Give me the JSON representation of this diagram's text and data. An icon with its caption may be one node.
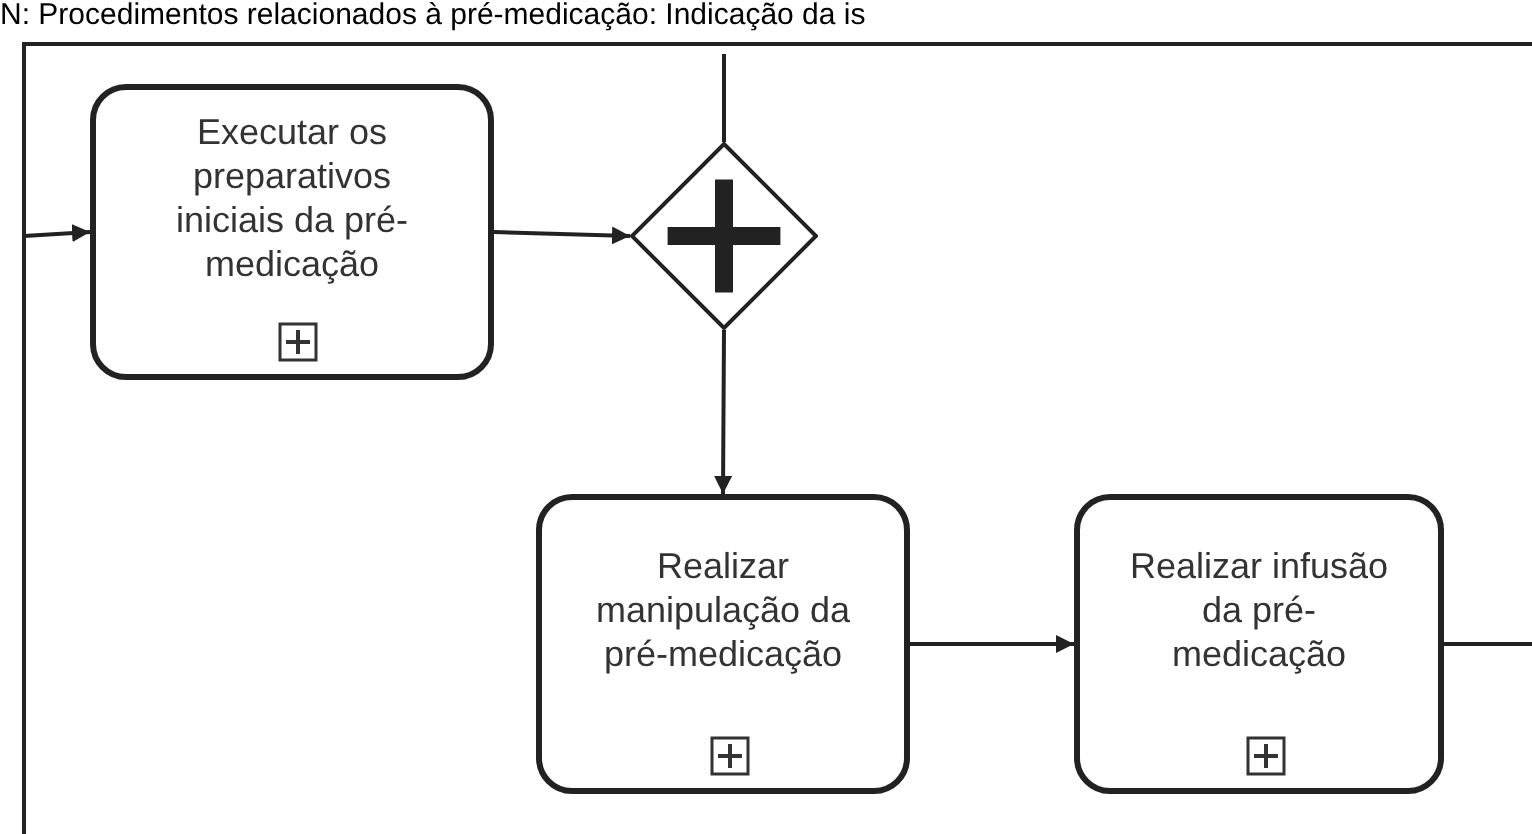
{
  "diagram": {
    "nodes": [
      {
        "text": [
          "Executar os preparativos iniciais da pré-medicação"
        ]
      },
      {
        "text": [],
        "shape": "diamond"
      },
      {
        "text": [
          "Realizar manipulação da pré-medicação"
        ]
      },
      {
        "text": [
          "Realizar infusão da pré-medicação"
        ]
      }
    ],
    "edges": [
      {
        "from": null,
        "to": 0,
        "arrow": "to"
      },
      {
        "from": 0,
        "to": 1,
        "arrow": "to"
      },
      {
        "from": null,
        "to": 1,
        "arrow": "none"
      },
      {
        "from": 1,
        "to": 2,
        "arrow": "to"
      },
      {
        "from": 2,
        "to": 3,
        "arrow": "to"
      },
      {
        "from": 3,
        "to": null,
        "arrow": "none"
      }
    ],
    "labels": [
      "N: Procedimentos relacionados à pré-medicação: Indicação da is"
    ]
  }
}
